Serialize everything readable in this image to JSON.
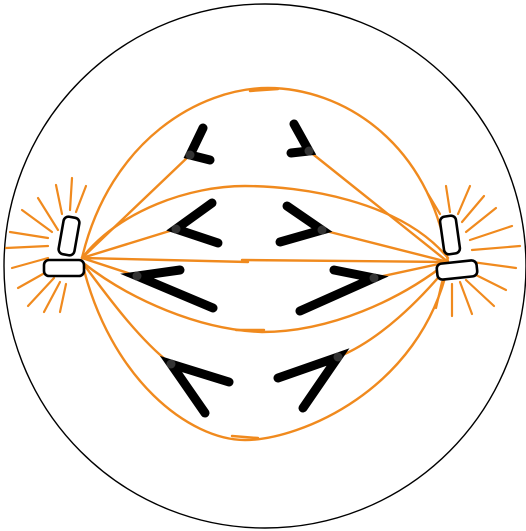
{
  "diagram": {
    "type": "mitosis-anaphase-spindle",
    "colors": {
      "background": "#ffffff",
      "cell_membrane": "#000000",
      "spindle_fibers": "#f08a1e",
      "chromosomes": "#000000",
      "centromere": "#333333",
      "centriole_fill": "#ffffff",
      "centriole_outline": "#000000"
    },
    "centrosomes": 2,
    "centrioles_per_centrosome": 2,
    "chromosome_pairs": 4,
    "chromatids_visible": 8
  }
}
